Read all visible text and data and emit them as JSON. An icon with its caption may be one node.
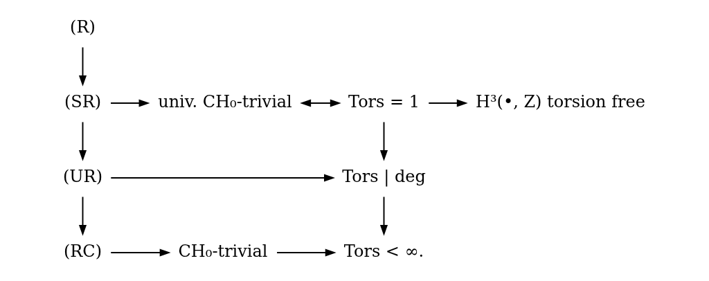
{
  "diagram": {
    "nodes": [
      {
        "text": [
          "(R)"
        ]
      },
      {
        "text": [
          "(SR)"
        ]
      },
      {
        "text": [
          "univ. CH₀-trivial"
        ]
      },
      {
        "text": [
          "Tors = 1"
        ]
      },
      {
        "text": [
          "H³(•, Z) torsion free"
        ]
      },
      {
        "text": [
          "(UR)"
        ]
      },
      {
        "text": [
          "Tors | deg"
        ]
      },
      {
        "text": [
          "(RC)"
        ]
      },
      {
        "text": [
          "CH₀-trivial"
        ]
      },
      {
        "text": [
          "Tors < ∞."
        ]
      }
    ],
    "edges": [
      {
        "from": 0,
        "to": 1,
        "arrow": "to"
      },
      {
        "from": 1,
        "to": 2,
        "arrow": "to"
      },
      {
        "from": 2,
        "to": 3,
        "arrow": "both"
      },
      {
        "from": 3,
        "to": 4,
        "arrow": "to"
      },
      {
        "from": 1,
        "to": 5,
        "arrow": "to"
      },
      {
        "from": 3,
        "to": 6,
        "arrow": "to"
      },
      {
        "from": 5,
        "to": 6,
        "arrow": "to"
      },
      {
        "from": 5,
        "to": 7,
        "arrow": "to"
      },
      {
        "from": 6,
        "to": 9,
        "arrow": "to"
      },
      {
        "from": 7,
        "to": 8,
        "arrow": "to"
      },
      {
        "from": 8,
        "to": 9,
        "arrow": "to"
      }
    ]
  }
}
